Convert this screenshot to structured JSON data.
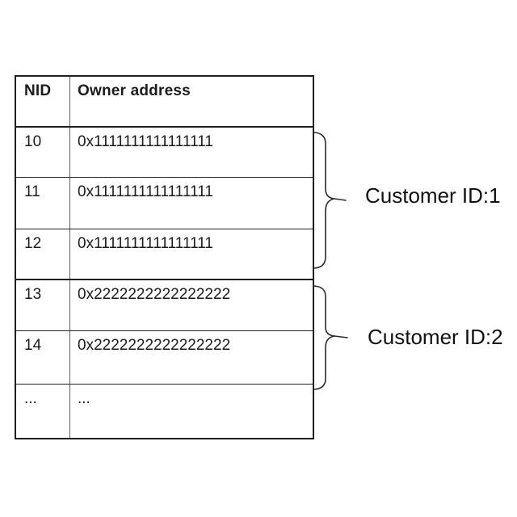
{
  "table": {
    "headers": [
      "NID",
      "Owner address"
    ],
    "rows": [
      {
        "nid": "10",
        "address": "0x1111111111111111"
      },
      {
        "nid": "11",
        "address": "0x1111111111111111"
      },
      {
        "nid": "12",
        "address": "0x1111111111111111"
      },
      {
        "nid": "13",
        "address": "0x2222222222222222"
      },
      {
        "nid": "14",
        "address": "0x2222222222222222"
      },
      {
        "nid": "...",
        "address": "..."
      }
    ]
  },
  "annotations": {
    "groups": [
      {
        "label": "Customer ID:1"
      },
      {
        "label": "Customer ID:2"
      }
    ]
  },
  "colors": {
    "background": "#ffffff",
    "border": "#1f1f1f",
    "column_divider": "#5f5f5f",
    "text": "#1c1c1c",
    "brace": "#2b2b2b"
  }
}
